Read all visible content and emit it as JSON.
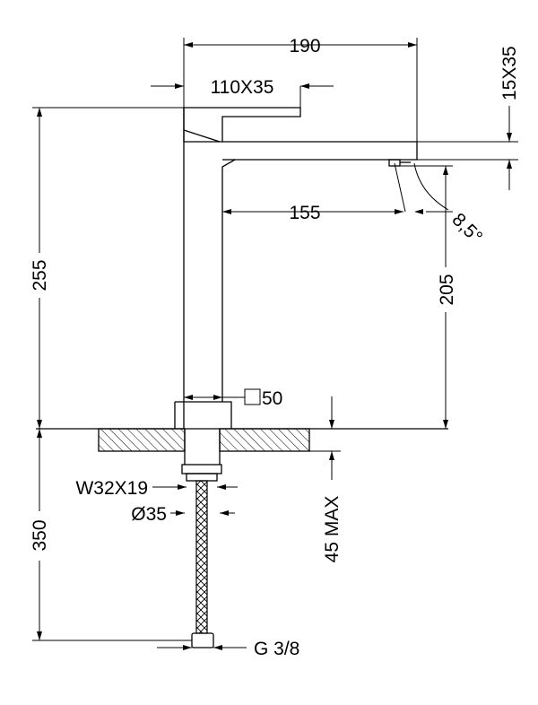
{
  "dimensions": {
    "spout_length_overall": "190",
    "handle_size": "110X35",
    "handle_section": "15X35",
    "spout_reach": "155",
    "angle": "8,5°",
    "spout_height": "205",
    "total_height": "255",
    "base_size": "50",
    "thread": "W32X19",
    "shank_diameter": "Ø35",
    "max_deck_thickness": "45 MAX",
    "hose_length": "350",
    "connection": "G 3/8"
  },
  "colors": {
    "line": "#000000",
    "background": "#ffffff"
  }
}
